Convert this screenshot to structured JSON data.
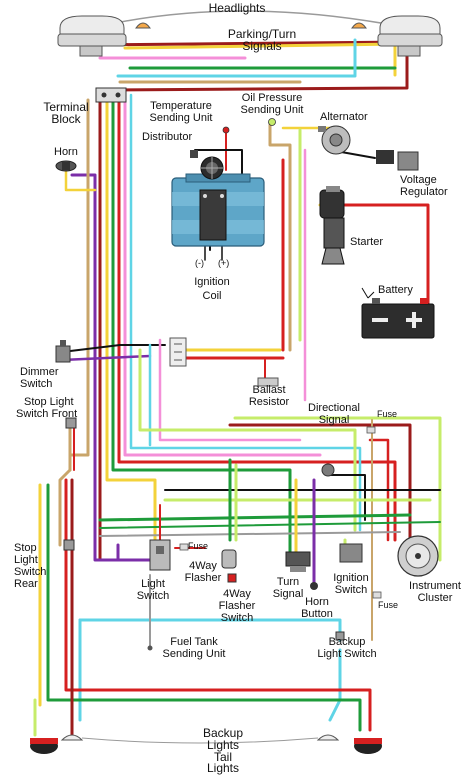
{
  "labels": {
    "headlights": "Headlights",
    "parking_turn_1": "Parking/Turn",
    "parking_turn_2": "Signals",
    "terminal_block_1": "Terminal",
    "terminal_block_2": "Block",
    "temp_sender_1": "Temperature",
    "temp_sender_2": "Sending Unit",
    "oil_sender_1": "Oil Pressure",
    "oil_sender_2": "Sending Unit",
    "alternator": "Alternator",
    "distributor": "Distributor",
    "horn": "Horn",
    "voltage_reg_1": "Voltage",
    "voltage_reg_2": "Regulator",
    "starter": "Starter",
    "coil_neg": "(-)",
    "coil_pos": "(+)",
    "ignition_coil_1": "Ignition",
    "ignition_coil_2": "Coil",
    "battery": "Battery",
    "dimmer_1": "Dimmer",
    "dimmer_2": "Switch",
    "ballast_1": "Ballast",
    "ballast_2": "Resistor",
    "stop_front_1": "Stop Light",
    "stop_front_2": "Switch Front",
    "directional_1": "Directional",
    "directional_2": "Signal",
    "fuse_top": "Fuse",
    "stop_rear_1": "Stop",
    "stop_rear_2": "Light",
    "stop_rear_3": "Switch",
    "stop_rear_4": "Rear",
    "fuse_light": "Fuse",
    "light_switch_1": "Light",
    "light_switch_2": "Switch",
    "way4_1": "4Way",
    "way4_2": "Flasher",
    "way4sw_1": "4Way",
    "way4sw_2": "Flasher",
    "way4sw_3": "Switch",
    "turn_1": "Turn",
    "turn_2": "Signal",
    "horn_btn_1": "Horn",
    "horn_btn_2": "Button",
    "ign_switch_1": "Ignition",
    "ign_switch_2": "Switch",
    "instrument_1": "Instrument",
    "instrument_2": "Cluster",
    "fuse_cluster": "Fuse",
    "fuel_1": "Fuel Tank",
    "fuel_2": "Sending Unit",
    "backup_sw_1": "Backup",
    "backup_sw_2": "Light Switch",
    "backup_lights_1": "Backup",
    "backup_lights_2": "Lights",
    "tail_1": "Tail",
    "tail_2": "Lights"
  },
  "colors": {
    "red": "#d62020",
    "dark_red": "#9b1b1b",
    "green": "#1e9b3a",
    "light_green": "#c6ec6a",
    "yellow": "#f3d23a",
    "purple": "#7b2ea8",
    "pink": "#f48fd8",
    "blue": "#1c4fb5",
    "cyan": "#5fd4e6",
    "tan": "#c9a56a",
    "black": "#111111",
    "gray": "#9a9a9a"
  }
}
